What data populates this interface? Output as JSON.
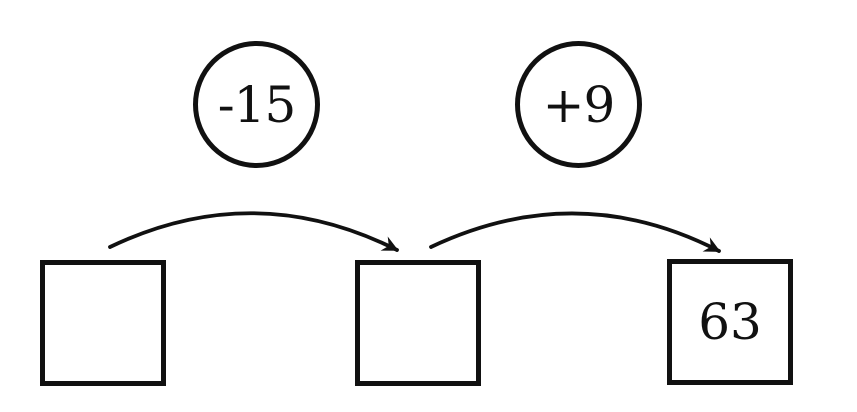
{
  "diagram": {
    "kind": "arrow-chain-math-diagram",
    "boxes": [
      {
        "id": "box-1",
        "value": ""
      },
      {
        "id": "box-2",
        "value": ""
      },
      {
        "id": "box-3",
        "value": "63"
      }
    ],
    "operations": [
      {
        "id": "op-1",
        "label": "-15"
      },
      {
        "id": "op-2",
        "label": "+9"
      }
    ],
    "colors": {
      "stroke": "#111111",
      "background": "#ffffff"
    }
  }
}
